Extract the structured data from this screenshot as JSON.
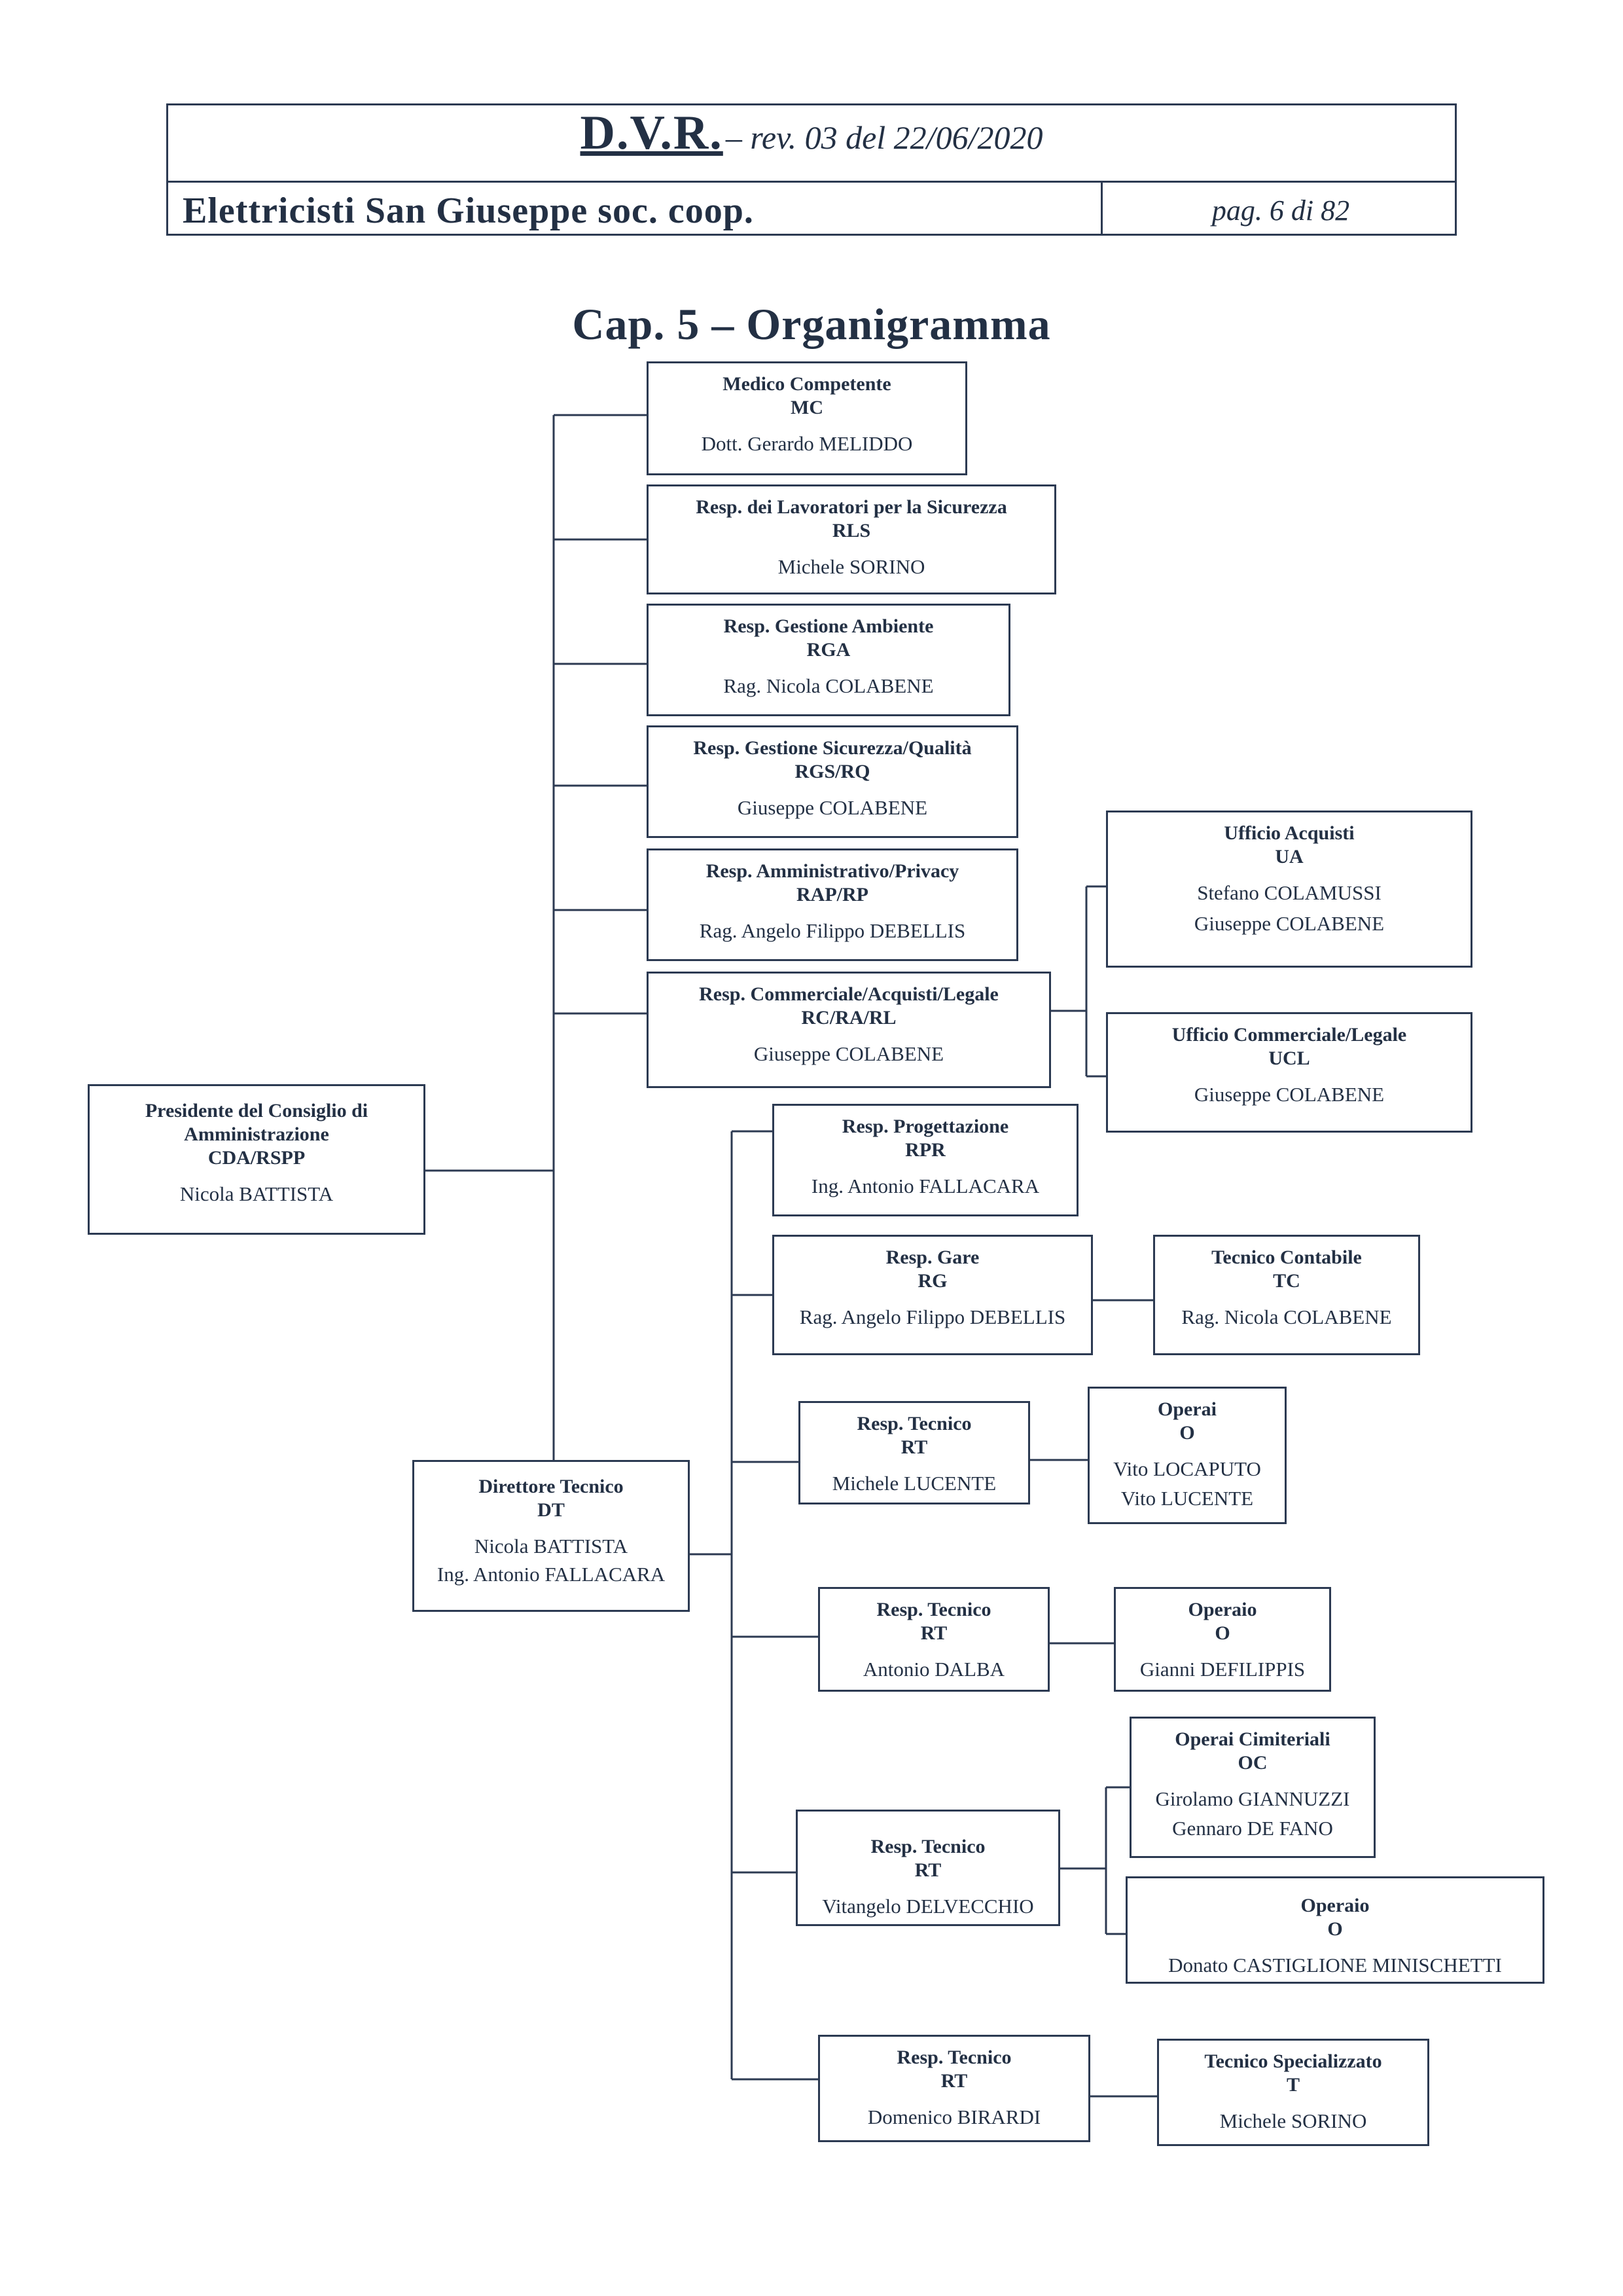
{
  "header": {
    "code": "D.V.R.",
    "revision": "– rev. 03 del 22/06/2020",
    "company": "Elettricisti San Giuseppe soc. coop.",
    "page": "pag. 6 di 82"
  },
  "chapter_title": "Cap. 5 – Organigramma",
  "org": {
    "mc": {
      "title": "Medico Competente",
      "code": "MC",
      "names": [
        "Dott. Gerardo MELIDDO"
      ]
    },
    "rls": {
      "title": "Resp. dei Lavoratori per la Sicurezza",
      "code": "RLS",
      "names": [
        "Michele SORINO"
      ]
    },
    "rga": {
      "title": "Resp. Gestione Ambiente",
      "code": "RGA",
      "names": [
        "Rag. Nicola COLABENE"
      ]
    },
    "rgs": {
      "title": "Resp. Gestione Sicurezza/Qualità",
      "code": "RGS/RQ",
      "names": [
        "Giuseppe COLABENE"
      ]
    },
    "rap": {
      "title": "Resp. Amministrativo/Privacy",
      "code": "RAP/RP",
      "names": [
        "Rag. Angelo Filippo DEBELLIS"
      ]
    },
    "rc": {
      "title": "Resp. Commerciale/Acquisti/Legale",
      "code": "RC/RA/RL",
      "names": [
        "Giuseppe COLABENE"
      ]
    },
    "ua": {
      "title": "Ufficio Acquisti",
      "code": "UA",
      "names": [
        "Stefano COLAMUSSI",
        "Giuseppe COLABENE"
      ]
    },
    "ucl": {
      "title": "Ufficio Commerciale/Legale",
      "code": "UCL",
      "names": [
        "Giuseppe COLABENE"
      ]
    },
    "cda": {
      "title": "Presidente del Consiglio di Amministrazione",
      "code": "CDA/RSPP",
      "names": [
        "Nicola BATTISTA"
      ]
    },
    "rpr": {
      "title": "Resp. Progettazione",
      "code": "RPR",
      "names": [
        "Ing. Antonio FALLACARA"
      ]
    },
    "rg": {
      "title": "Resp. Gare",
      "code": "RG",
      "names": [
        "Rag. Angelo Filippo DEBELLIS"
      ]
    },
    "tc": {
      "title": "Tecnico Contabile",
      "code": "TC",
      "names": [
        "Rag. Nicola COLABENE"
      ]
    },
    "rt1": {
      "title": "Resp. Tecnico",
      "code": "RT",
      "names": [
        "Michele LUCENTE"
      ]
    },
    "o1": {
      "title": "Operai",
      "code": "O",
      "names": [
        "Vito LOCAPUTO",
        "Vito LUCENTE"
      ]
    },
    "dt": {
      "title": "Direttore Tecnico",
      "code": "DT",
      "names": [
        "Nicola BATTISTA",
        "Ing. Antonio FALLACARA"
      ]
    },
    "rt2": {
      "title": "Resp. Tecnico",
      "code": "RT",
      "names": [
        "Antonio DALBA"
      ]
    },
    "o2": {
      "title": "Operaio",
      "code": "O",
      "names": [
        "Gianni DEFILIPPIS"
      ]
    },
    "oc": {
      "title": "Operai Cimiteriali",
      "code": "OC",
      "names": [
        "Girolamo GIANNUZZI",
        "Gennaro DE FANO"
      ]
    },
    "rt3": {
      "title": "Resp. Tecnico",
      "code": "RT",
      "names": [
        "Vitangelo DELVECCHIO"
      ]
    },
    "o3": {
      "title": "Operaio",
      "code": "O",
      "names": [
        "Donato CASTIGLIONE MINISCHETTI"
      ]
    },
    "rt4": {
      "title": "Resp. Tecnico",
      "code": "RT",
      "names": [
        "Domenico BIRARDI"
      ]
    },
    "t": {
      "title": "Tecnico Specializzato",
      "code": "T",
      "names": [
        "Michele SORINO"
      ]
    }
  }
}
